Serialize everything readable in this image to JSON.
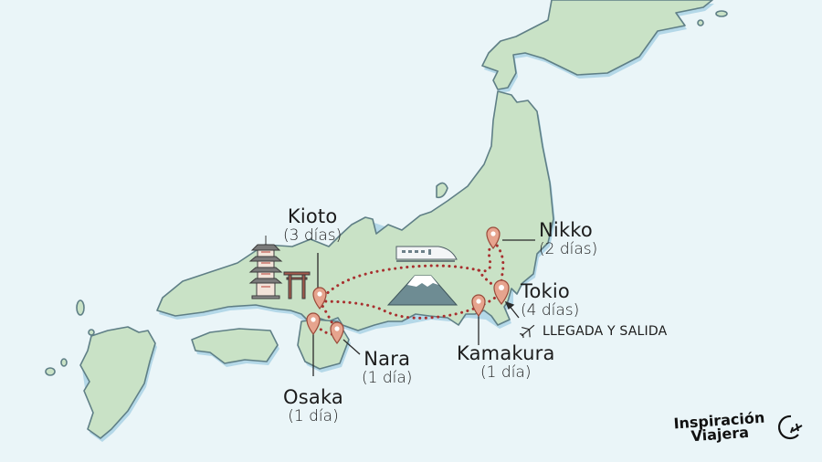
{
  "map": {
    "title": "Japan itinerary map",
    "colors": {
      "sea": "#eaf5f8",
      "land": "#c9e2c6",
      "coast_outline": "#5f7f86",
      "coast_shadow": "#b4d8e8",
      "route": "#a8302f",
      "pin": "#e6a48e",
      "pin_outline": "#9a4a3a",
      "text": "#1c1c1c"
    },
    "route_style": "dotted"
  },
  "destinations": [
    {
      "name": "Kioto",
      "duration": "(3 días)"
    },
    {
      "name": "Nikko",
      "duration": "(2 días)"
    },
    {
      "name": "Tokio",
      "duration": "(4 días)"
    },
    {
      "name": "Kamakura",
      "duration": "(1 día)"
    },
    {
      "name": "Nara",
      "duration": "(1 día)"
    },
    {
      "name": "Osaka",
      "duration": "(1 día)"
    }
  ],
  "tokyo_note": {
    "icon": "airplane-icon",
    "text": "LLEGADA Y SALIDA"
  },
  "illustrations": [
    "pagoda-icon",
    "torii-gate-icon",
    "shinkansen-train-icon",
    "mount-fuji-icon"
  ],
  "brand": {
    "line1": "Inspiración",
    "line2": "Viajera",
    "icon": "plane-orbit-logo-icon"
  }
}
